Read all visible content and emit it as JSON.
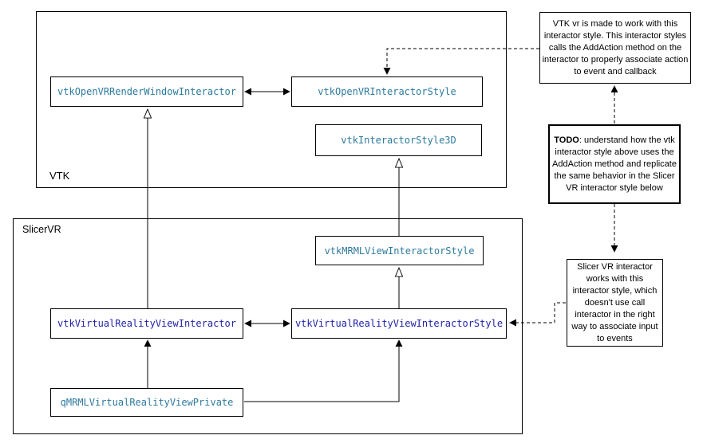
{
  "colors": {
    "teal_class_text": "#2D7A9D",
    "navy_class_text": "#2222AA",
    "line": "#000000",
    "background": "#FFFFFF"
  },
  "containers": {
    "vtk": {
      "label": "VTK"
    },
    "slicervr": {
      "label": "SlicerVR"
    }
  },
  "classes": {
    "open_vr_render_window_interactor": {
      "label": "vtkOpenVRRenderWindowInteractor",
      "color": "teal"
    },
    "open_vr_interactor_style": {
      "label": "vtkOpenVRInteractorStyle",
      "color": "teal"
    },
    "interactor_style_3d": {
      "label": "vtkInteractorStyle3D",
      "color": "teal"
    },
    "mrml_view_interactor_style": {
      "label": "vtkMRMLViewInteractorStyle",
      "color": "teal"
    },
    "virtual_reality_view_interactor": {
      "label": "vtkVirtualRealityViewInteractor",
      "color": "navy"
    },
    "virtual_reality_view_interactor_style": {
      "label": "vtkVirtualRealityViewInteractorStyle",
      "color": "navy"
    },
    "qmrml_virtual_reality_view_private": {
      "label": "qMRMLVirtualRealityViewPrivate",
      "color": "teal"
    }
  },
  "notes": {
    "vtk_note": {
      "text": "VTK vr is made to work with this interactor style. This interactor styles calls the AddAction method on the interactor to properly associate action to event and callback"
    },
    "todo_note": {
      "bold": "TODO",
      "text": ": understand how the vtk interactor style above uses the AddAction method and replicate the same behavior in the Slicer VR interactor style below"
    },
    "slicer_note": {
      "text": "Slicer VR interactor works with this interactor style, which doesn't use call interactor in the right way to associate input to events"
    }
  }
}
